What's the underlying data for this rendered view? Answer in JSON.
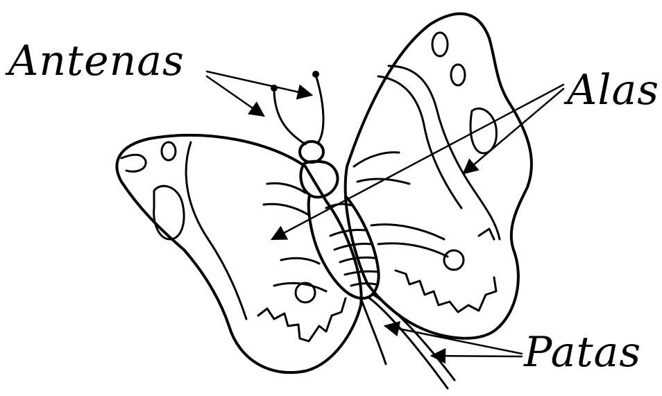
{
  "labels": {
    "antenas": "Antenas",
    "alas": "Alas",
    "patas": "Patas"
  }
}
